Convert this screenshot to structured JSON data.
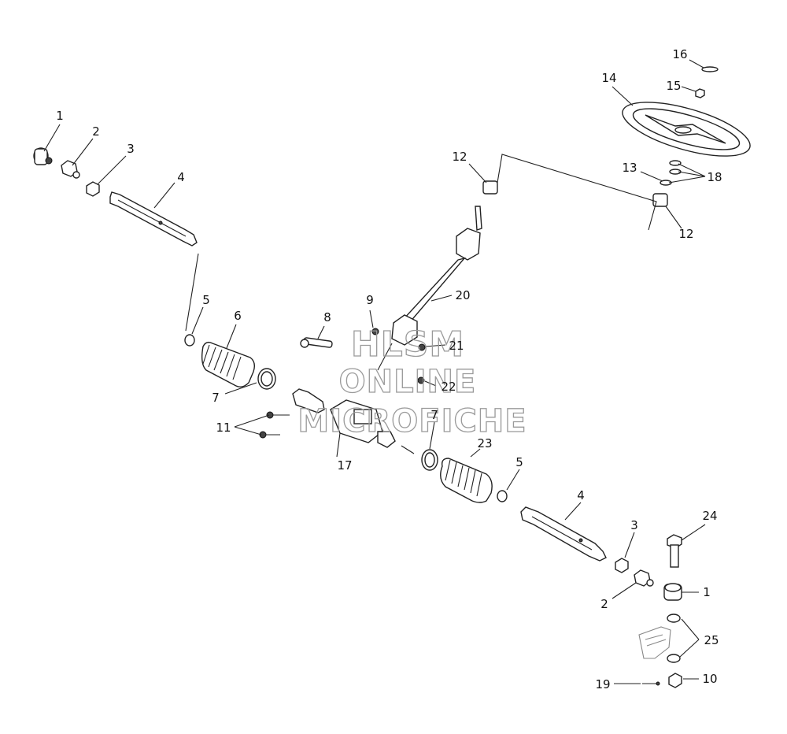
{
  "diagram": {
    "watermark": {
      "line1": "HLSM",
      "line2": "ONLINE",
      "line3": "MICROFICHE"
    },
    "callouts": {
      "c1a": "1",
      "c2a": "2",
      "c3a": "3",
      "c4a": "4",
      "c5a": "5",
      "c6": "6",
      "c7a": "7",
      "c8": "8",
      "c9": "9",
      "c11": "11",
      "c17": "17",
      "c20": "20",
      "c21": "21",
      "c22": "22",
      "c12a": "12",
      "c12b": "12",
      "c13": "13",
      "c14": "14",
      "c15": "15",
      "c16": "16",
      "c18": "18",
      "c7b": "7",
      "c23": "23",
      "c5b": "5",
      "c4b": "4",
      "c3b": "3",
      "c2b": "2",
      "c1b": "1",
      "c24": "24",
      "c25": "25",
      "c19": "19",
      "c10": "10"
    }
  }
}
